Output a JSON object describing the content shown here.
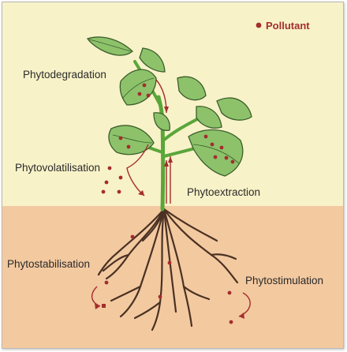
{
  "legend": {
    "label": "Pollutant",
    "icon": "pollutant-dot-icon"
  },
  "labels": {
    "phytodegradation": "Phytodegradation",
    "phytovolatilisation": "Phytovolatilisation",
    "phytoextraction": "Phytoextraction",
    "phytostabilisation": "Phytostabilisation",
    "phytostimulation": "Phytostimulation"
  },
  "colors": {
    "air": "#f8f2c8",
    "soil": "#f3c9a0",
    "leaf": "#8dc26b",
    "leaf_outline": "#3b5e2b",
    "stem": "#5aa63a",
    "root": "#4a3123",
    "pollutant": "#a42d2d"
  }
}
